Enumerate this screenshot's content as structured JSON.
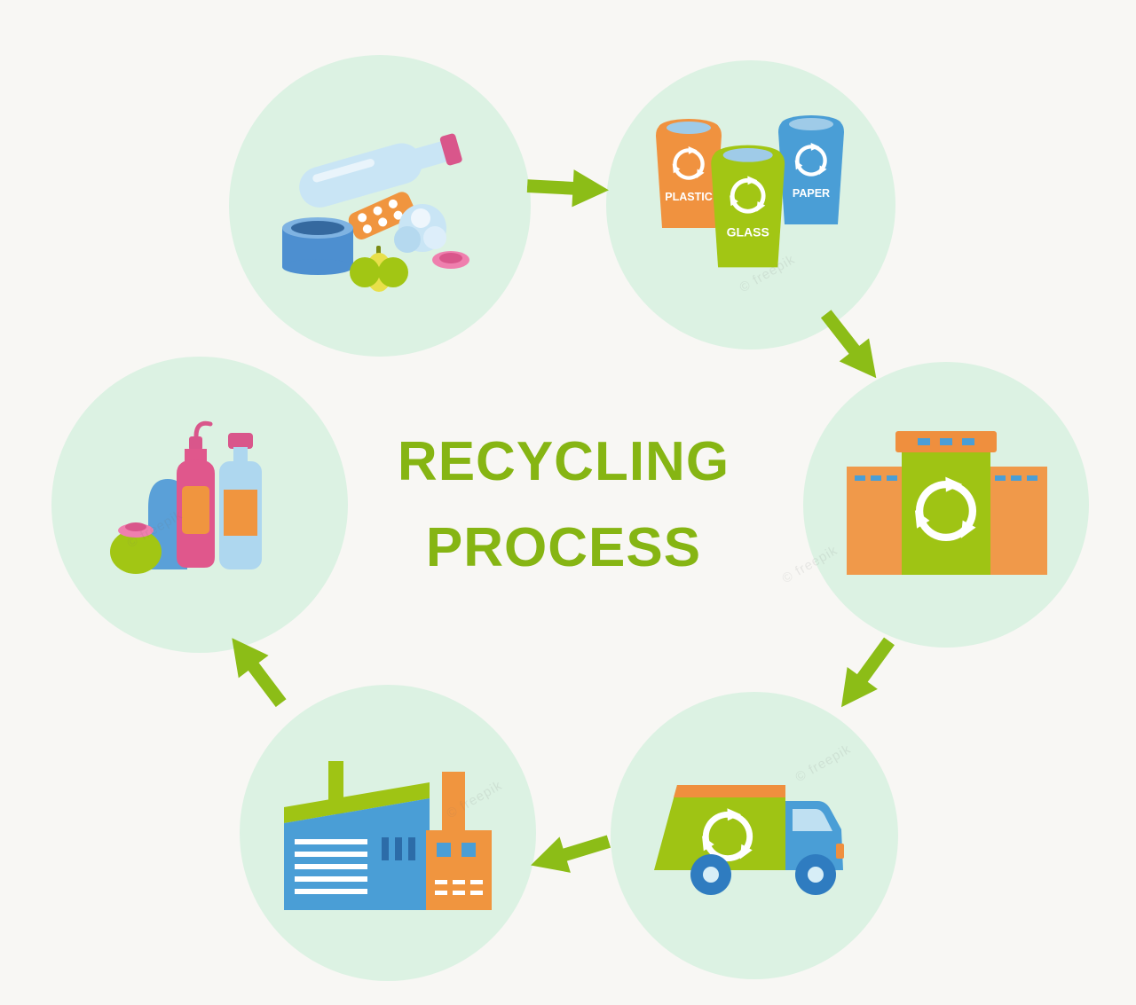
{
  "title": {
    "line1": "RECYCLING",
    "line2": "PROCESS"
  },
  "bins": {
    "plastic_label": "PLASTIC",
    "glass_label": "GLASS",
    "paper_label": "PAPER"
  },
  "stages": {
    "waste": "mixed household waste",
    "sorting_bins": "waste sorting bins",
    "recycling_facility": "recycling facility",
    "collection_truck": "recycling collection truck",
    "processing_factory": "processing factory",
    "recycled_products": "recycled products"
  },
  "colors": {
    "background": "#f8f7f4",
    "stage_circle": "#dcf2e3",
    "arrow_green": "#8cbd17",
    "title_green": "#86b513",
    "bin_green": "#a2c614",
    "orange": "#f0923f",
    "blue": "#4a9ed6",
    "light_blue": "#bfe0f2",
    "pink": "#e0578c"
  },
  "watermark": {
    "text": "© freepik"
  }
}
